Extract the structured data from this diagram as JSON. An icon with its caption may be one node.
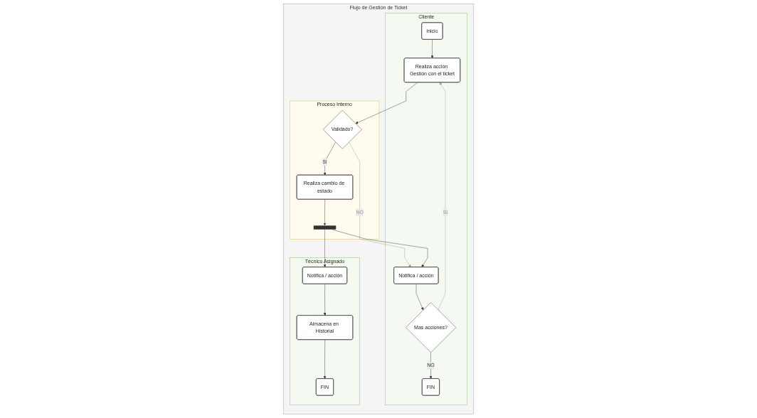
{
  "diagram": {
    "nodes": [
      {
        "text": [
          "Flujo de Gestión de Ticket"
        ]
      },
      {
        "text": [
          "Cliente"
        ],
        "in": 0
      },
      {
        "text": [
          "Inicio"
        ],
        "in": 1
      },
      {
        "text": [
          "Realiza acción Gestión con el ticket"
        ],
        "in": 1
      },
      {
        "text": [
          "Notifica / acción"
        ],
        "in": 1
      },
      {
        "text": [
          "Mas acciones?"
        ],
        "in": 1
      },
      {
        "text": [
          "FIN"
        ],
        "in": 1
      },
      {
        "text": [
          "Proceso Interno"
        ],
        "in": 0
      },
      {
        "text": [
          "Validado?"
        ],
        "in": 7
      },
      {
        "text": [
          "Realiza cambio de estado"
        ],
        "in": 7
      },
      {
        "text": [],
        "shape": "bar",
        "in": 7
      },
      {
        "text": [
          "Técnico Asignado"
        ],
        "in": 0
      },
      {
        "text": [
          "Notifica / acción"
        ],
        "in": 11
      },
      {
        "text": [
          "Almacena en Historial"
        ],
        "in": 11
      },
      {
        "text": [
          "FIN"
        ],
        "in": 11
      }
    ],
    "edges": [
      {
        "from": 2,
        "to": 3,
        "arrow": "to"
      },
      {
        "from": 3,
        "to": 8,
        "arrow": "to"
      },
      {
        "from": 8,
        "to": 4,
        "arrow": "to",
        "label": "NO",
        "color": "#999999"
      },
      {
        "from": 8,
        "to": 9,
        "arrow": "to",
        "label": "Si"
      },
      {
        "from": 9,
        "to": 10,
        "arrow": "to"
      },
      {
        "from": 10,
        "to": 4,
        "arrow": "to"
      },
      {
        "from": 10,
        "to": 12,
        "arrow": "to"
      },
      {
        "from": 4,
        "to": 5,
        "arrow": "to"
      },
      {
        "from": 5,
        "to": 3,
        "arrow": "to",
        "label": "SI",
        "color": "#999999"
      },
      {
        "from": 5,
        "to": 6,
        "arrow": "to",
        "label": "NO"
      },
      {
        "from": 12,
        "to": 13,
        "arrow": "to"
      },
      {
        "from": 13,
        "to": 14,
        "arrow": "to"
      }
    ]
  }
}
